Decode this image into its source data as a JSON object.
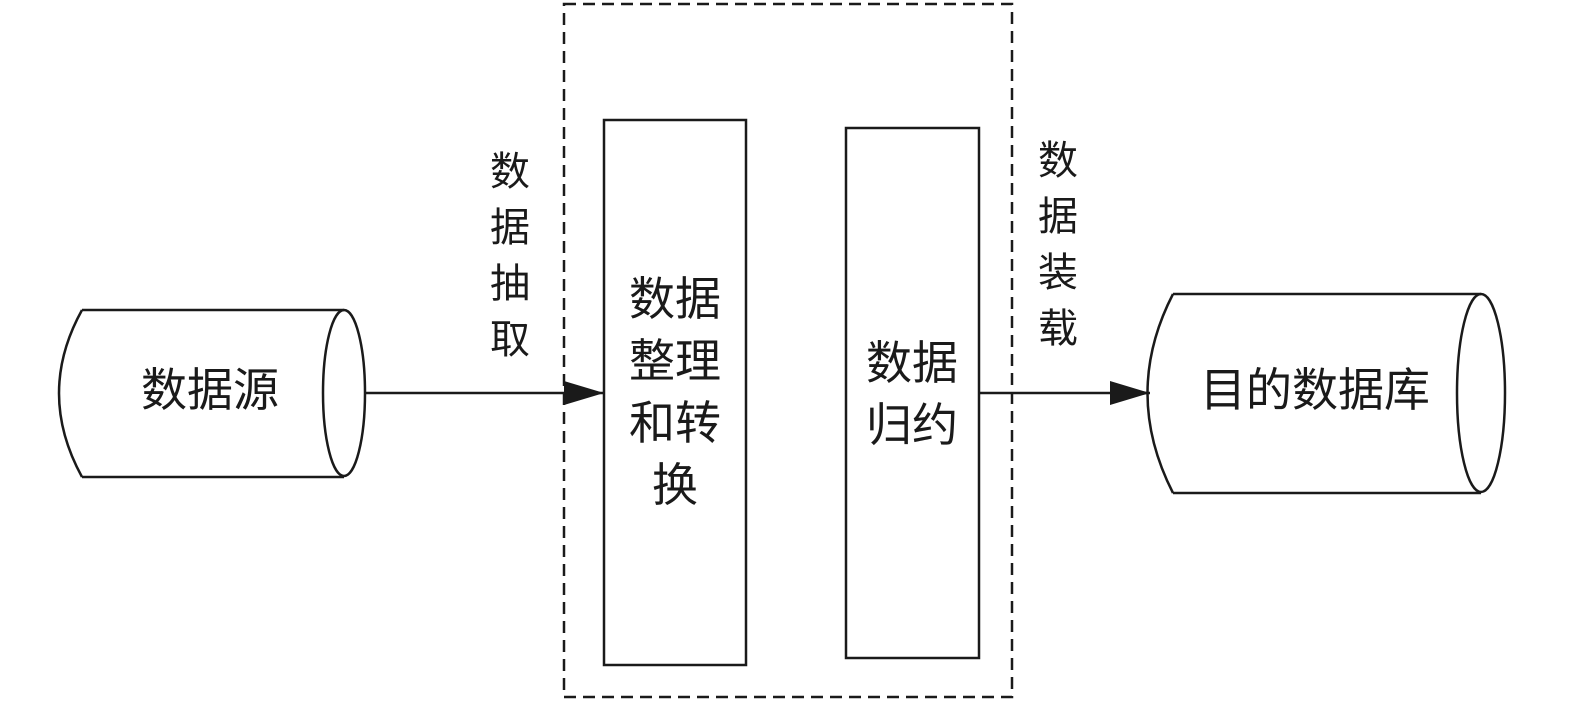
{
  "nodes": {
    "source": {
      "label": "数据源"
    },
    "target": {
      "label": "目的数据库"
    },
    "transform": {
      "label": "数据整理和转换"
    },
    "reduce": {
      "label": "数据归约"
    }
  },
  "edges": {
    "extract": {
      "label": "数据抽取"
    },
    "load": {
      "label": "数据装载"
    }
  },
  "colors": {
    "stroke": "#1a1a1a",
    "background": "#ffffff"
  }
}
